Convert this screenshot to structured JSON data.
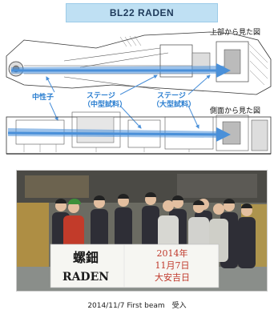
{
  "title": "BL22  RADEN",
  "views": {
    "top": "上部から見た図",
    "side": "側面から見た図"
  },
  "labels": {
    "neutron": "中性子",
    "stage_mid_line1": "ステージ",
    "stage_mid_line2": "（中型試料）",
    "stage_large_line1": "ステージ",
    "stage_large_line2": "（大型試料）"
  },
  "banner": {
    "line1": "螺鈿",
    "line2": "RADEN",
    "date_line1": "2014年",
    "date_line2": "11月7日",
    "date_line3": "大安吉日"
  },
  "caption": "2014/11/7 First beam　受入",
  "colors": {
    "beam": "#4a90d9",
    "label": "#2a7ed0",
    "banner_bg": "#bfe0f3"
  }
}
